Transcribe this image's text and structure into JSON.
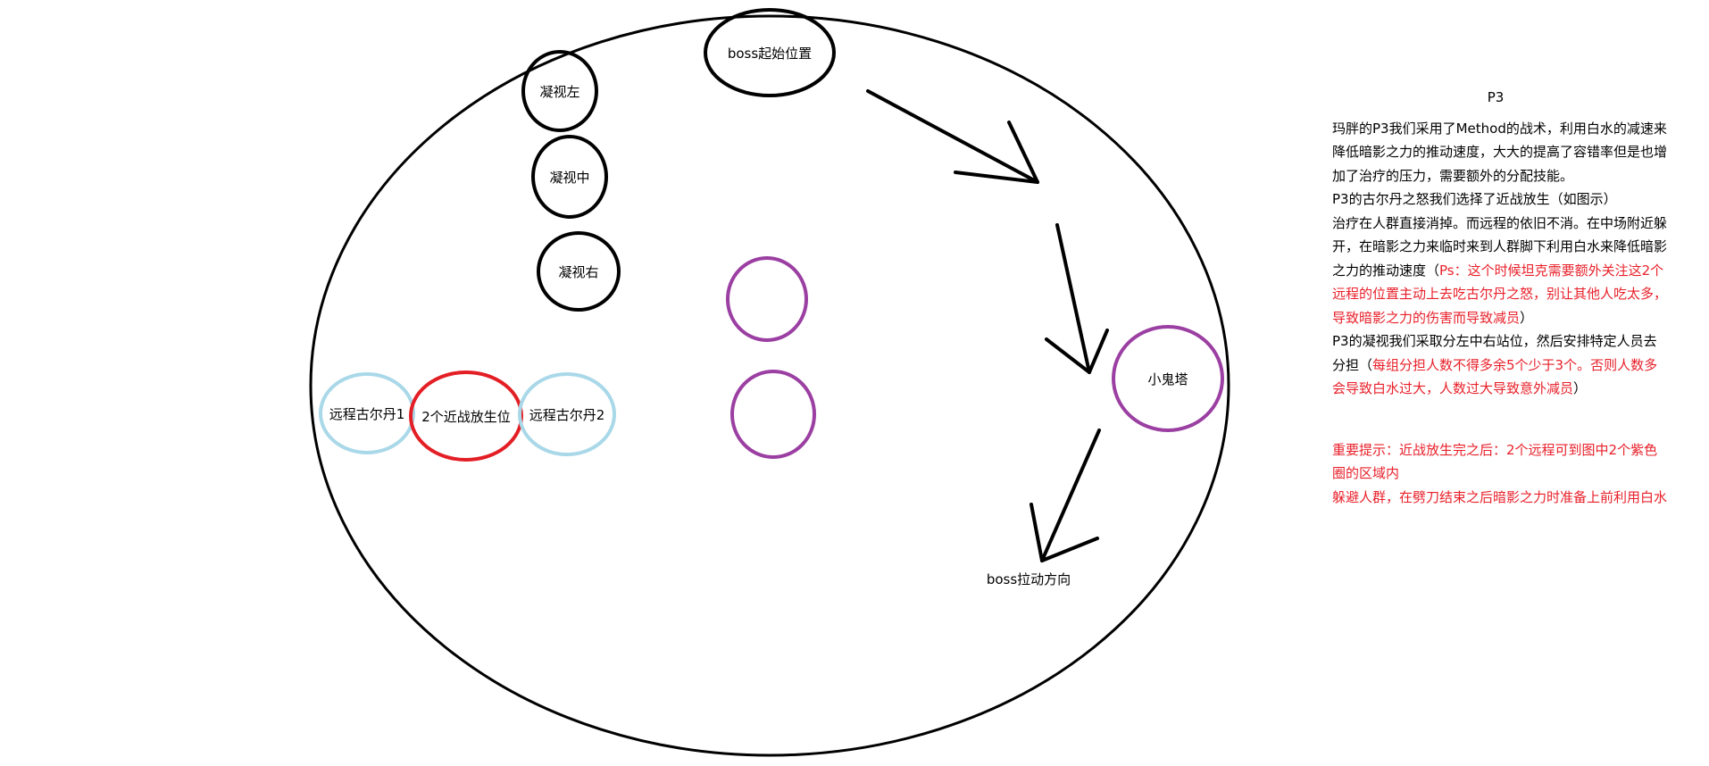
{
  "colors": {
    "outline": "#000000",
    "ranged": "#a9d8e8",
    "melee": "#e31e24",
    "purple": "#9b3fa2",
    "note_red": "#e8202a"
  },
  "diagram": {
    "boss_start": "boss起始位置",
    "gaze_left": "凝视左",
    "gaze_middle": "凝视中",
    "gaze_right": "凝视右",
    "ranged_1": "远程古尔丹1",
    "melee_spot": "2个近战放生位",
    "ranged_2": "远程古尔丹2",
    "imp_tower": "小鬼塔",
    "boss_pull_direction": "boss拉动方向"
  },
  "notes": {
    "title": "P3",
    "para1": "玛胖的P3我们采用了Method的战术，利用白水的减速来降低暗影之力的推动速度，大大的提高了容错率但是也增加了治疗的压力，需要额外的分配技能。",
    "para2": "P3的古尔丹之怒我们选择了近战放生（如图示）",
    "para3_black": "治疗在人群直接消掉。而远程的依旧不消。在中场附近躲开，在暗影之力来临时来到人群脚下利用白水来降低暗影之力的推动速度（",
    "para3_red": "Ps：这个时候坦克需要额外关注这2个远程的位置主动上去吃古尔丹之怒，别让其他人吃太多，导致暗影之力的伤害而导致减员",
    "para3_close": "）",
    "para4_black": "P3的凝视我们采取分左中右站位，然后安排特定人员去分担（",
    "para4_red": "每组分担人数不得多余5个少于3个。否则人数多会导致白水过大，人数过大导致意外减员",
    "para4_close": "）",
    "important_1": "重要提示：近战放生完之后：2个远程可到图中2个紫色圈的区域内",
    "important_2": "躲避人群，在劈刀结束之后暗影之力时准备上前利用白水"
  }
}
